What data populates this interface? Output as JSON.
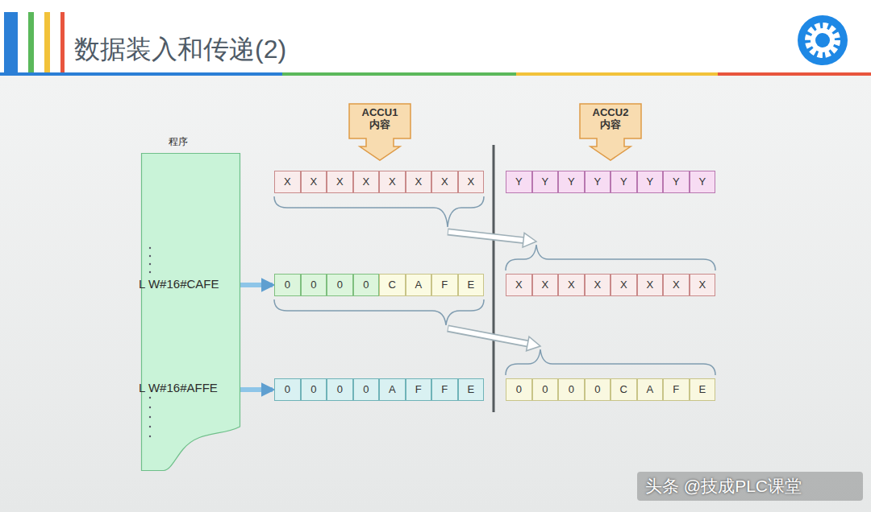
{
  "diagram": {
    "title": "数据装入和传递(2)",
    "nodes": [
      {
        "text": [
          "程序",
          "L W#16#CAFE",
          "L W#16#AFFE"
        ]
      },
      {
        "text": [
          "ACCU1 内容"
        ]
      },
      {
        "text": [
          "ACCU2 内容"
        ]
      },
      {
        "text": [
          "X"
        ]
      },
      {
        "text": [
          "X"
        ]
      },
      {
        "text": [
          "X"
        ]
      },
      {
        "text": [
          "X"
        ]
      },
      {
        "text": [
          "X"
        ]
      },
      {
        "text": [
          "X"
        ]
      },
      {
        "text": [
          "X"
        ]
      },
      {
        "text": [
          "X"
        ]
      },
      {
        "text": [
          "Y"
        ]
      },
      {
        "text": [
          "Y"
        ]
      },
      {
        "text": [
          "Y"
        ]
      },
      {
        "text": [
          "Y"
        ]
      },
      {
        "text": [
          "Y"
        ]
      },
      {
        "text": [
          "Y"
        ]
      },
      {
        "text": [
          "Y"
        ]
      },
      {
        "text": [
          "Y"
        ]
      },
      {
        "text": [
          "0"
        ]
      },
      {
        "text": [
          "0"
        ]
      },
      {
        "text": [
          "0"
        ]
      },
      {
        "text": [
          "0"
        ]
      },
      {
        "text": [
          "C"
        ]
      },
      {
        "text": [
          "A"
        ]
      },
      {
        "text": [
          "F"
        ]
      },
      {
        "text": [
          "E"
        ]
      },
      {
        "text": [
          "X"
        ]
      },
      {
        "text": [
          "X"
        ]
      },
      {
        "text": [
          "X"
        ]
      },
      {
        "text": [
          "X"
        ]
      },
      {
        "text": [
          "X"
        ]
      },
      {
        "text": [
          "X"
        ]
      },
      {
        "text": [
          "X"
        ]
      },
      {
        "text": [
          "X"
        ]
      },
      {
        "text": [
          "0"
        ]
      },
      {
        "text": [
          "0"
        ]
      },
      {
        "text": [
          "0"
        ]
      },
      {
        "text": [
          "0"
        ]
      },
      {
        "text": [
          "A"
        ]
      },
      {
        "text": [
          "F"
        ]
      },
      {
        "text": [
          "F"
        ]
      },
      {
        "text": [
          "E"
        ]
      },
      {
        "text": [
          "0"
        ]
      },
      {
        "text": [
          "0"
        ]
      },
      {
        "text": [
          "0"
        ]
      },
      {
        "text": [
          "0"
        ]
      },
      {
        "text": [
          "C"
        ]
      },
      {
        "text": [
          "A"
        ]
      },
      {
        "text": [
          "F"
        ]
      },
      {
        "text": [
          "E"
        ]
      }
    ],
    "edges": [
      {
        "from": 0,
        "to": 19,
        "arrow": "to"
      },
      {
        "from": 0,
        "to": 35,
        "arrow": "to"
      }
    ],
    "labels": [
      "头条 @技成PLC课堂"
    ]
  }
}
